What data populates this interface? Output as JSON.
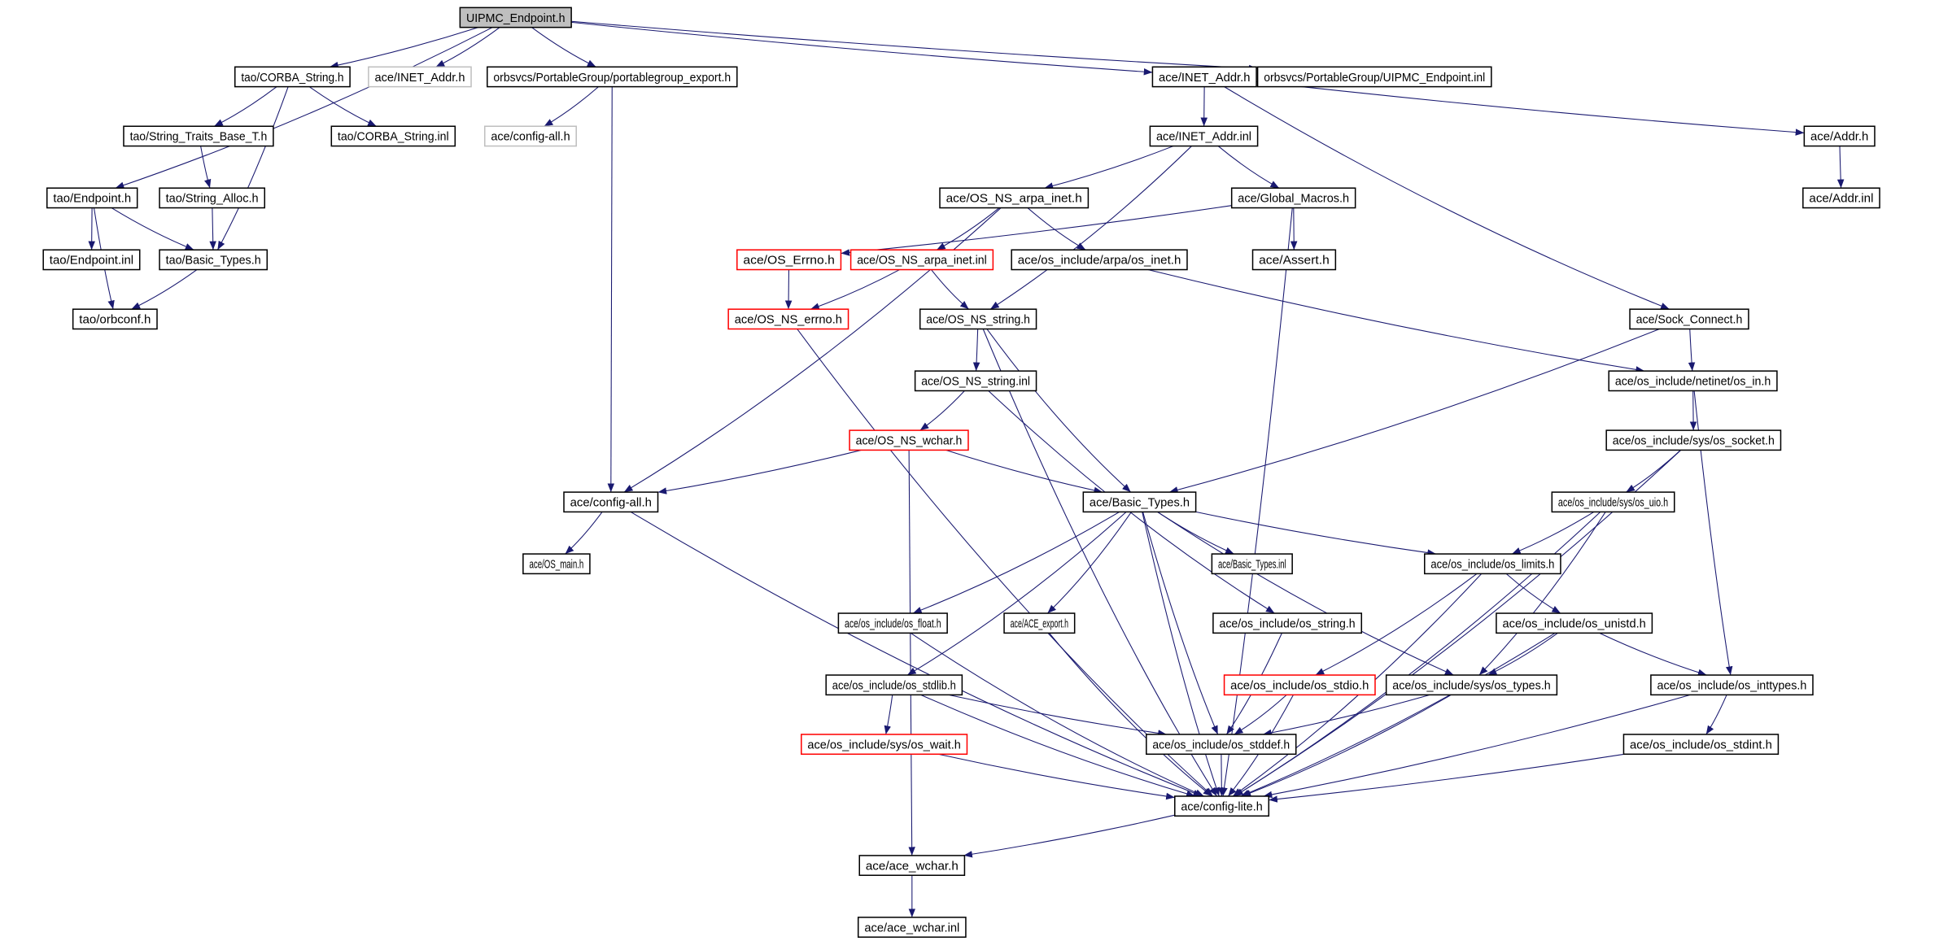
{
  "colors": {
    "edge": "#191970",
    "normal_border": "#000000",
    "missing_border": "#ff0000",
    "external_border": "#bfbfbf",
    "root_fill": "#bfbfbf"
  },
  "nodes": [
    {
      "id": "root",
      "label": "UIPMC_Endpoint.h",
      "style": "root"
    },
    {
      "id": "tao_corba_string_h",
      "label": "tao/CORBA_String.h",
      "style": "normal"
    },
    {
      "id": "ace_inet_addr_gray",
      "label": "ace/INET_Addr.h",
      "style": "gray"
    },
    {
      "id": "pg_export",
      "label": "orbsvcs/PortableGroup/portablegroup_export.h",
      "style": "normal"
    },
    {
      "id": "ace_inet_addr_h",
      "label": "ace/INET_Addr.h",
      "style": "normal"
    },
    {
      "id": "uipmc_inl",
      "label": "orbsvcs/PortableGroup/UIPMC_Endpoint.inl",
      "style": "normal"
    },
    {
      "id": "tao_string_traits",
      "label": "tao/String_Traits_Base_T.h",
      "style": "normal"
    },
    {
      "id": "tao_corba_string_inl",
      "label": "tao/CORBA_String.inl",
      "style": "normal"
    },
    {
      "id": "ace_config_all_gray",
      "label": "ace/config-all.h",
      "style": "gray"
    },
    {
      "id": "ace_inet_addr_inl",
      "label": "ace/INET_Addr.inl",
      "style": "normal"
    },
    {
      "id": "ace_addr_h",
      "label": "ace/Addr.h",
      "style": "normal"
    },
    {
      "id": "tao_endpoint_h",
      "label": "tao/Endpoint.h",
      "style": "normal"
    },
    {
      "id": "tao_string_alloc",
      "label": "tao/String_Alloc.h",
      "style": "normal"
    },
    {
      "id": "ace_os_ns_arpa_inet_h",
      "label": "ace/OS_NS_arpa_inet.h",
      "style": "normal"
    },
    {
      "id": "ace_global_macros",
      "label": "ace/Global_Macros.h",
      "style": "normal"
    },
    {
      "id": "ace_addr_inl",
      "label": "ace/Addr.inl",
      "style": "normal"
    },
    {
      "id": "tao_endpoint_inl",
      "label": "tao/Endpoint.inl",
      "style": "normal"
    },
    {
      "id": "tao_basic_types",
      "label": "tao/Basic_Types.h",
      "style": "normal"
    },
    {
      "id": "ace_os_errno",
      "label": "ace/OS_Errno.h",
      "style": "red"
    },
    {
      "id": "ace_os_ns_arpa_inet_inl",
      "label": "ace/OS_NS_arpa_inet.inl",
      "style": "red"
    },
    {
      "id": "ace_os_inet",
      "label": "ace/os_include/arpa/os_inet.h",
      "style": "normal"
    },
    {
      "id": "ace_assert",
      "label": "ace/Assert.h",
      "style": "normal"
    },
    {
      "id": "tao_orbconf",
      "label": "tao/orbconf.h",
      "style": "normal"
    },
    {
      "id": "ace_os_ns_errno",
      "label": "ace/OS_NS_errno.h",
      "style": "red"
    },
    {
      "id": "ace_os_ns_string_h",
      "label": "ace/OS_NS_string.h",
      "style": "normal"
    },
    {
      "id": "ace_sock_connect",
      "label": "ace/Sock_Connect.h",
      "style": "normal"
    },
    {
      "id": "ace_os_ns_string_inl",
      "label": "ace/OS_NS_string.inl",
      "style": "normal"
    },
    {
      "id": "ace_os_in",
      "label": "ace/os_include/netinet/os_in.h",
      "style": "normal"
    },
    {
      "id": "ace_os_ns_wchar",
      "label": "ace/OS_NS_wchar.h",
      "style": "red"
    },
    {
      "id": "ace_os_socket",
      "label": "ace/os_include/sys/os_socket.h",
      "style": "normal"
    },
    {
      "id": "ace_config_all",
      "label": "ace/config-all.h",
      "style": "normal"
    },
    {
      "id": "ace_basic_types",
      "label": "ace/Basic_Types.h",
      "style": "normal"
    },
    {
      "id": "ace_os_uio",
      "label": "ace/os_include/sys/os_uio.h",
      "style": "normal"
    },
    {
      "id": "ace_os_main",
      "label": "ace/OS_main.h",
      "style": "normal"
    },
    {
      "id": "ace_basic_types_inl",
      "label": "ace/Basic_Types.inl",
      "style": "normal"
    },
    {
      "id": "ace_os_limits",
      "label": "ace/os_include/os_limits.h",
      "style": "normal"
    },
    {
      "id": "ace_os_float",
      "label": "ace/os_include/os_float.h",
      "style": "normal"
    },
    {
      "id": "ace_ace_export",
      "label": "ace/ACE_export.h",
      "style": "normal"
    },
    {
      "id": "ace_os_string",
      "label": "ace/os_include/os_string.h",
      "style": "normal"
    },
    {
      "id": "ace_os_unistd",
      "label": "ace/os_include/os_unistd.h",
      "style": "normal"
    },
    {
      "id": "ace_os_stdlib",
      "label": "ace/os_include/os_stdlib.h",
      "style": "normal"
    },
    {
      "id": "ace_os_stdio",
      "label": "ace/os_include/os_stdio.h",
      "style": "red"
    },
    {
      "id": "ace_os_types",
      "label": "ace/os_include/sys/os_types.h",
      "style": "normal"
    },
    {
      "id": "ace_os_inttypes",
      "label": "ace/os_include/os_inttypes.h",
      "style": "normal"
    },
    {
      "id": "ace_os_wait",
      "label": "ace/os_include/sys/os_wait.h",
      "style": "red"
    },
    {
      "id": "ace_os_stddef",
      "label": "ace/os_include/os_stddef.h",
      "style": "normal"
    },
    {
      "id": "ace_os_stdint",
      "label": "ace/os_include/os_stdint.h",
      "style": "normal"
    },
    {
      "id": "ace_config_lite",
      "label": "ace/config-lite.h",
      "style": "normal"
    },
    {
      "id": "ace_ace_wchar_h",
      "label": "ace/ace_wchar.h",
      "style": "normal"
    },
    {
      "id": "ace_ace_wchar_inl",
      "label": "ace/ace_wchar.inl",
      "style": "normal"
    }
  ],
  "edges": [
    [
      "root",
      "tao_endpoint_h"
    ],
    [
      "root",
      "tao_corba_string_h"
    ],
    [
      "root",
      "ace_inet_addr_gray"
    ],
    [
      "root",
      "pg_export"
    ],
    [
      "root",
      "ace_inet_addr_h"
    ],
    [
      "root",
      "uipmc_inl"
    ],
    [
      "tao_corba_string_h",
      "tao_string_traits"
    ],
    [
      "tao_corba_string_h",
      "tao_corba_string_inl"
    ],
    [
      "tao_corba_string_h",
      "tao_basic_types"
    ],
    [
      "tao_string_traits",
      "tao_string_alloc"
    ],
    [
      "tao_string_alloc",
      "tao_basic_types"
    ],
    [
      "tao_endpoint_h",
      "tao_endpoint_inl"
    ],
    [
      "tao_endpoint_h",
      "tao_basic_types"
    ],
    [
      "tao_endpoint_h",
      "tao_orbconf"
    ],
    [
      "tao_basic_types",
      "tao_orbconf"
    ],
    [
      "pg_export",
      "ace_config_all_gray"
    ],
    [
      "pg_export",
      "ace_config_all"
    ],
    [
      "ace_inet_addr_h",
      "ace_inet_addr_inl"
    ],
    [
      "ace_inet_addr_h",
      "ace_addr_h"
    ],
    [
      "ace_inet_addr_h",
      "ace_sock_connect"
    ],
    [
      "ace_addr_h",
      "ace_addr_inl"
    ],
    [
      "ace_inet_addr_inl",
      "ace_os_ns_arpa_inet_h"
    ],
    [
      "ace_inet_addr_inl",
      "ace_global_macros"
    ],
    [
      "ace_inet_addr_inl",
      "ace_os_ns_string_h"
    ],
    [
      "ace_os_ns_arpa_inet_h",
      "ace_os_ns_arpa_inet_inl"
    ],
    [
      "ace_os_ns_arpa_inet_h",
      "ace_os_inet"
    ],
    [
      "ace_os_ns_arpa_inet_h",
      "ace_config_all"
    ],
    [
      "ace_global_macros",
      "ace_os_errno"
    ],
    [
      "ace_global_macros",
      "ace_assert"
    ],
    [
      "ace_global_macros",
      "ace_config_lite"
    ],
    [
      "ace_os_errno",
      "ace_os_ns_errno"
    ],
    [
      "ace_os_ns_arpa_inet_inl",
      "ace_os_ns_errno"
    ],
    [
      "ace_os_ns_arpa_inet_inl",
      "ace_os_ns_string_h"
    ],
    [
      "ace_os_inet",
      "ace_os_in"
    ],
    [
      "ace_os_ns_errno",
      "ace_config_lite"
    ],
    [
      "ace_os_ns_string_h",
      "ace_os_ns_string_inl"
    ],
    [
      "ace_os_ns_string_h",
      "ace_basic_types"
    ],
    [
      "ace_os_ns_string_h",
      "ace_config_lite"
    ],
    [
      "ace_os_ns_string_inl",
      "ace_os_ns_wchar"
    ],
    [
      "ace_os_ns_string_inl",
      "ace_os_string"
    ],
    [
      "ace_os_ns_wchar",
      "ace_config_all"
    ],
    [
      "ace_os_ns_wchar",
      "ace_basic_types"
    ],
    [
      "ace_os_ns_wchar",
      "ace_ace_wchar_h"
    ],
    [
      "ace_sock_connect",
      "ace_os_in"
    ],
    [
      "ace_sock_connect",
      "ace_basic_types"
    ],
    [
      "ace_os_in",
      "ace_os_socket"
    ],
    [
      "ace_os_in",
      "ace_os_inttypes"
    ],
    [
      "ace_os_socket",
      "ace_os_uio"
    ],
    [
      "ace_os_socket",
      "ace_config_lite"
    ],
    [
      "ace_os_uio",
      "ace_os_limits"
    ],
    [
      "ace_os_uio",
      "ace_os_types"
    ],
    [
      "ace_os_uio",
      "ace_config_lite"
    ],
    [
      "ace_config_all",
      "ace_os_main"
    ],
    [
      "ace_config_all",
      "ace_config_lite"
    ],
    [
      "ace_basic_types",
      "ace_basic_types_inl"
    ],
    [
      "ace_basic_types",
      "ace_os_limits"
    ],
    [
      "ace_basic_types",
      "ace_os_float"
    ],
    [
      "ace_basic_types",
      "ace_ace_export"
    ],
    [
      "ace_basic_types",
      "ace_os_stdlib"
    ],
    [
      "ace_basic_types",
      "ace_os_types"
    ],
    [
      "ace_basic_types",
      "ace_config_lite"
    ],
    [
      "ace_basic_types",
      "ace_os_stddef"
    ],
    [
      "ace_os_limits",
      "ace_os_unistd"
    ],
    [
      "ace_os_limits",
      "ace_os_stdio"
    ],
    [
      "ace_os_limits",
      "ace_config_lite"
    ],
    [
      "ace_os_float",
      "ace_config_lite"
    ],
    [
      "ace_ace_export",
      "ace_config_lite"
    ],
    [
      "ace_os_string",
      "ace_os_stddef"
    ],
    [
      "ace_os_unistd",
      "ace_os_types"
    ],
    [
      "ace_os_unistd",
      "ace_os_inttypes"
    ],
    [
      "ace_os_unistd",
      "ace_config_lite"
    ],
    [
      "ace_os_stdlib",
      "ace_os_wait"
    ],
    [
      "ace_os_stdlib",
      "ace_os_stddef"
    ],
    [
      "ace_os_stdlib",
      "ace_config_lite"
    ],
    [
      "ace_os_stdio",
      "ace_os_stddef"
    ],
    [
      "ace_os_stdio",
      "ace_config_lite"
    ],
    [
      "ace_os_types",
      "ace_os_stddef"
    ],
    [
      "ace_os_types",
      "ace_config_lite"
    ],
    [
      "ace_os_inttypes",
      "ace_os_stdint"
    ],
    [
      "ace_os_inttypes",
      "ace_config_lite"
    ],
    [
      "ace_os_wait",
      "ace_config_lite"
    ],
    [
      "ace_os_stddef",
      "ace_config_lite"
    ],
    [
      "ace_os_stdint",
      "ace_config_lite"
    ],
    [
      "ace_config_lite",
      "ace_ace_wchar_h"
    ],
    [
      "ace_ace_wchar_h",
      "ace_ace_wchar_inl"
    ]
  ]
}
